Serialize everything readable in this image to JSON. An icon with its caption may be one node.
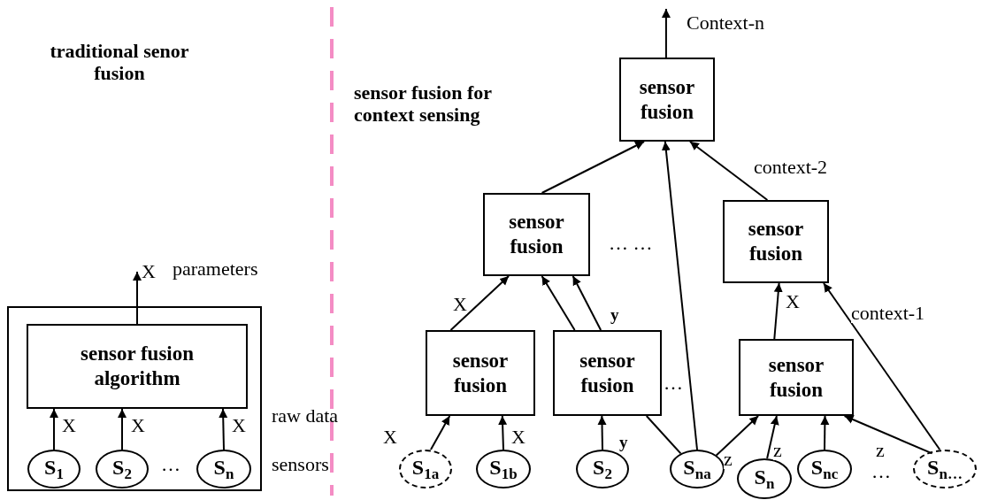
{
  "diagram": {
    "nodes": [
      {
        "text": [],
        "shape": "box"
      },
      {
        "text": [
          "sensor fusion algorithm"
        ],
        "in": 0
      },
      {
        "text": [
          "S$_{1}$"
        ],
        "in": 0
      },
      {
        "text": [
          "S$_{2}$"
        ],
        "in": 0
      },
      {
        "text": [
          "S$_{n}$"
        ],
        "in": 0
      },
      {
        "text": [
          "sensor fusion"
        ]
      },
      {
        "text": [
          "sensor fusion"
        ]
      },
      {
        "text": [
          "sensor fusion"
        ]
      },
      {
        "text": [
          "sensor fusion"
        ]
      },
      {
        "text": [
          "sensor fusion"
        ]
      },
      {
        "text": [
          "sensor fusion"
        ]
      },
      {
        "text": [
          "S$_{1a}$"
        ]
      },
      {
        "text": [
          "S$_{1b}$"
        ]
      },
      {
        "text": [
          "S$_{2}$"
        ]
      },
      {
        "text": [
          "S$_{na}$"
        ]
      },
      {
        "text": [
          "S$_{n}$"
        ]
      },
      {
        "text": [
          "S$_{nc}$"
        ]
      },
      {
        "text": [
          "S$_{n…}$"
        ]
      }
    ],
    "edges": [
      {
        "from": 1,
        "to": null,
        "arrow": "to",
        "label": "X"
      },
      {
        "from": 2,
        "to": 1,
        "arrow": "to",
        "label": "X"
      },
      {
        "from": 3,
        "to": 1,
        "arrow": "to",
        "label": "X"
      },
      {
        "from": 4,
        "to": 1,
        "arrow": "to",
        "label": "X"
      },
      {
        "from": 5,
        "to": null,
        "arrow": "to",
        "label": "Context-n"
      },
      {
        "from": 6,
        "to": 5,
        "arrow": "to"
      },
      {
        "from": 14,
        "to": 5,
        "arrow": "to"
      },
      {
        "from": 7,
        "to": 5,
        "arrow": "to",
        "label": "context-2"
      },
      {
        "from": 8,
        "to": 6,
        "arrow": "to",
        "label": "X"
      },
      {
        "from": 9,
        "to": 6,
        "arrow": "to"
      },
      {
        "from": 9,
        "to": 6,
        "arrow": "to",
        "label": "y"
      },
      {
        "from": 10,
        "to": 7,
        "arrow": "to",
        "label": "X"
      },
      {
        "from": 17,
        "to": 7,
        "arrow": "to",
        "label": "context-1"
      },
      {
        "from": 11,
        "to": 8,
        "arrow": "to",
        "label": "X"
      },
      {
        "from": 12,
        "to": 8,
        "arrow": "to",
        "label": "X"
      },
      {
        "from": 13,
        "to": 9,
        "arrow": "to",
        "label": "y"
      },
      {
        "from": 14,
        "to": 9,
        "arrow": "none"
      },
      {
        "from": 14,
        "to": 10,
        "arrow": "to",
        "label": "z"
      },
      {
        "from": 15,
        "to": 10,
        "arrow": "to",
        "label": "z"
      },
      {
        "from": 16,
        "to": 10,
        "arrow": "to"
      },
      {
        "from": 17,
        "to": 10,
        "arrow": "to",
        "label": "z"
      }
    ],
    "labels": [
      "traditional senor fusion",
      "sensor fusion for context sensing",
      "parameters",
      "…",
      "… …",
      "raw data",
      "…",
      "sensors",
      "…"
    ]
  }
}
